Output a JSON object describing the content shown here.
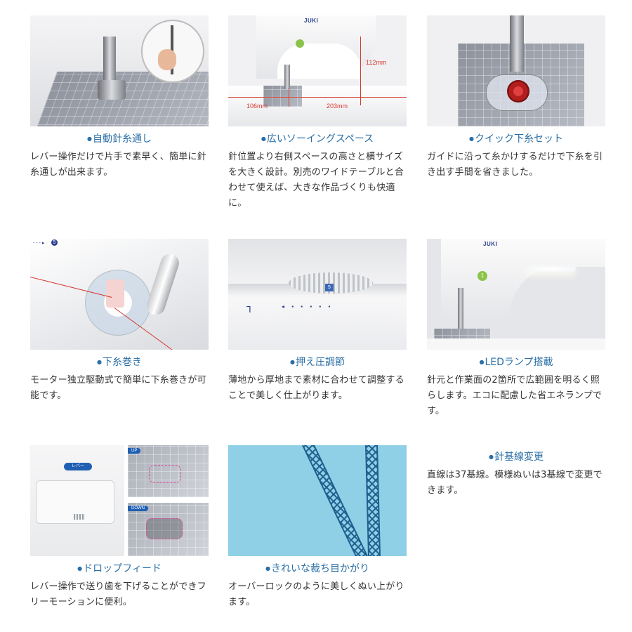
{
  "features": [
    {
      "title": "自動針糸通し",
      "description": "レバー操作だけで片手で素早く、簡単に針糸通しが出来ます。",
      "icon": "needle-threader-photo"
    },
    {
      "title": "広いソーイングスペース",
      "description": "針位置より右側スペースの高さと横サイズを大きく設計。別売のワイドテーブルと合わせて使えば、大きな作品づくりも快適に。",
      "icon": "sewing-space-photo",
      "photo_labels": {
        "brand": "JUKI",
        "height": "112mm",
        "left": "106mm",
        "right": "203mm"
      }
    },
    {
      "title": "クイック下糸セット",
      "description": "ガイドに沿って糸かけするだけで下糸を引き出す手間を省きました。",
      "icon": "quick-bobbin-photo"
    },
    {
      "title": "下糸巻き",
      "description": "モーター独立駆動式で簡単に下糸巻きが可能です。",
      "icon": "bobbin-winder-photo",
      "photo_labels": {
        "step": "5"
      }
    },
    {
      "title": "押え圧調節",
      "description": "薄地から厚地まで素材に合わせて調整することで美しく仕上がります。",
      "icon": "presser-dial-photo",
      "photo_labels": {
        "dial_value": "5"
      }
    },
    {
      "title": "LEDランプ搭載",
      "description": "針元と作業面の2箇所で広範囲を明るく照らします。エコに配慮した省エネランプです。",
      "icon": "led-lamp-photo",
      "photo_labels": {
        "brand": "JUKI",
        "button": "1"
      }
    },
    {
      "title": "ドロップフィード",
      "description": "レバー操作で送り歯を下げることができフリーモーションに便利。",
      "icon": "drop-feed-photo",
      "photo_labels": {
        "lever": "レバー",
        "up": "UP",
        "down": "DOWN"
      }
    },
    {
      "title": "きれいな裁ち目かがり",
      "description": "オーバーロックのように美しくぬい上がります。",
      "icon": "overlock-stitch-photo"
    },
    {
      "title": "針基線変更",
      "description": "直線は37基線。模様ぬいは3基線で変更できます。"
    }
  ],
  "colors": {
    "title_blue": "#2b6fa6",
    "text": "#333333",
    "measure_red": "#d43a2e",
    "fabric_blue": "#8fd0e6",
    "stitch_blue": "#1e5f8f"
  }
}
